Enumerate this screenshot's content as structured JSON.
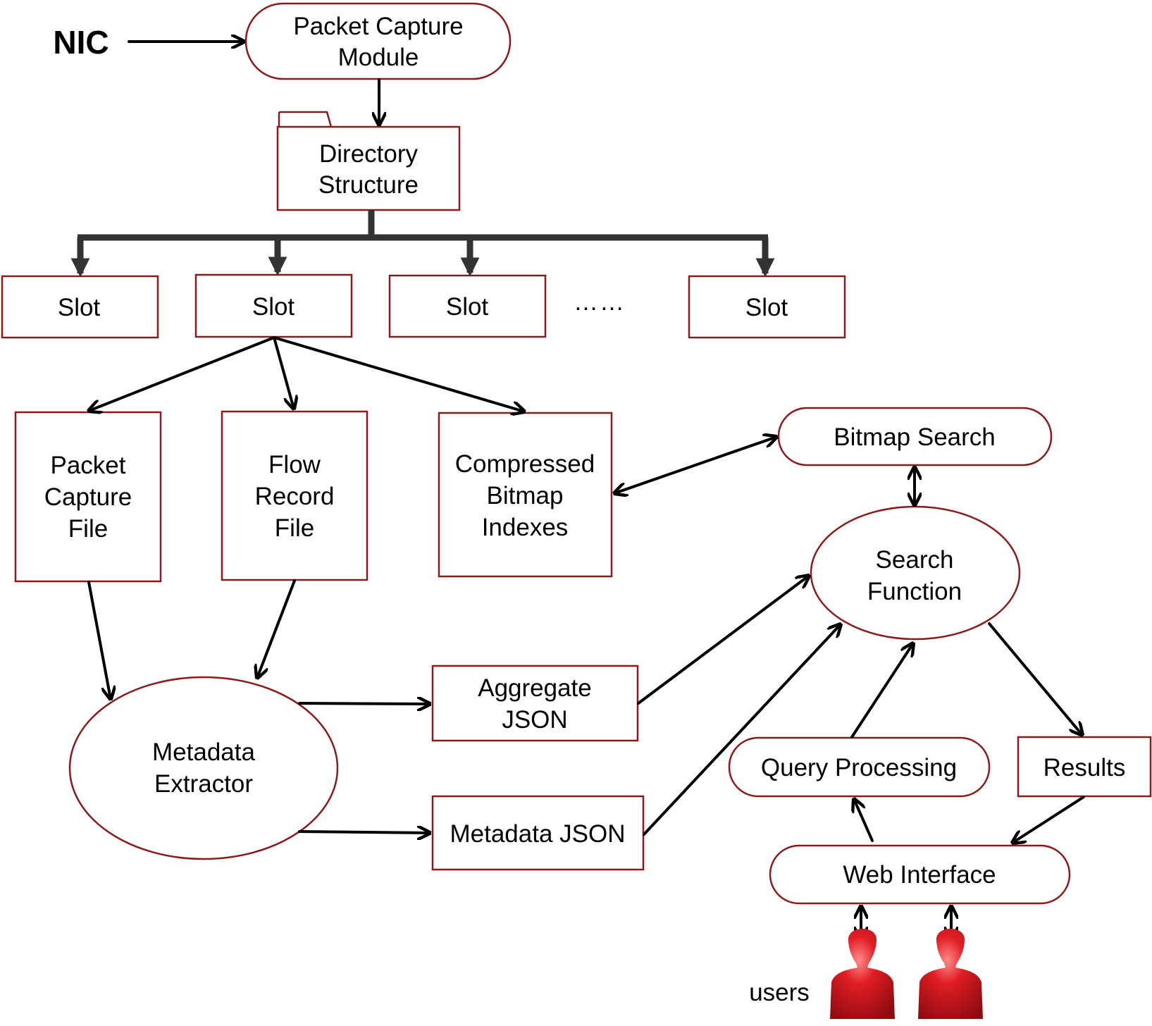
{
  "colors": {
    "border": "#8b1a1a",
    "arrow": "#000000",
    "user_figure": "#c8141a",
    "background": "#ffffff"
  },
  "labels": {
    "nic": "NIC",
    "packet_capture_module": [
      "Packet Capture",
      "Module"
    ],
    "directory_structure": [
      "Directory",
      "Structure"
    ],
    "slots": [
      "Slot",
      "Slot",
      "Slot",
      "Slot"
    ],
    "slot_ellipsis": "……",
    "packet_capture_file": [
      "Packet",
      "Capture",
      "File"
    ],
    "flow_record_file": [
      "Flow",
      "Record",
      "File"
    ],
    "compressed_bitmap_indexes": [
      "Compressed",
      "Bitmap",
      "Indexes"
    ],
    "bitmap_search": "Bitmap Search",
    "search_function": [
      "Search",
      "Function"
    ],
    "metadata_extractor": [
      "Metadata",
      "Extractor"
    ],
    "aggregate_json": [
      "Aggregate",
      "JSON"
    ],
    "metadata_json": "Metadata JSON",
    "query_processing": "Query Processing",
    "results": "Results",
    "web_interface": "Web Interface",
    "users": "users"
  },
  "icons": {
    "directory": "folder-icon",
    "user": "user-silhouette-icon"
  }
}
